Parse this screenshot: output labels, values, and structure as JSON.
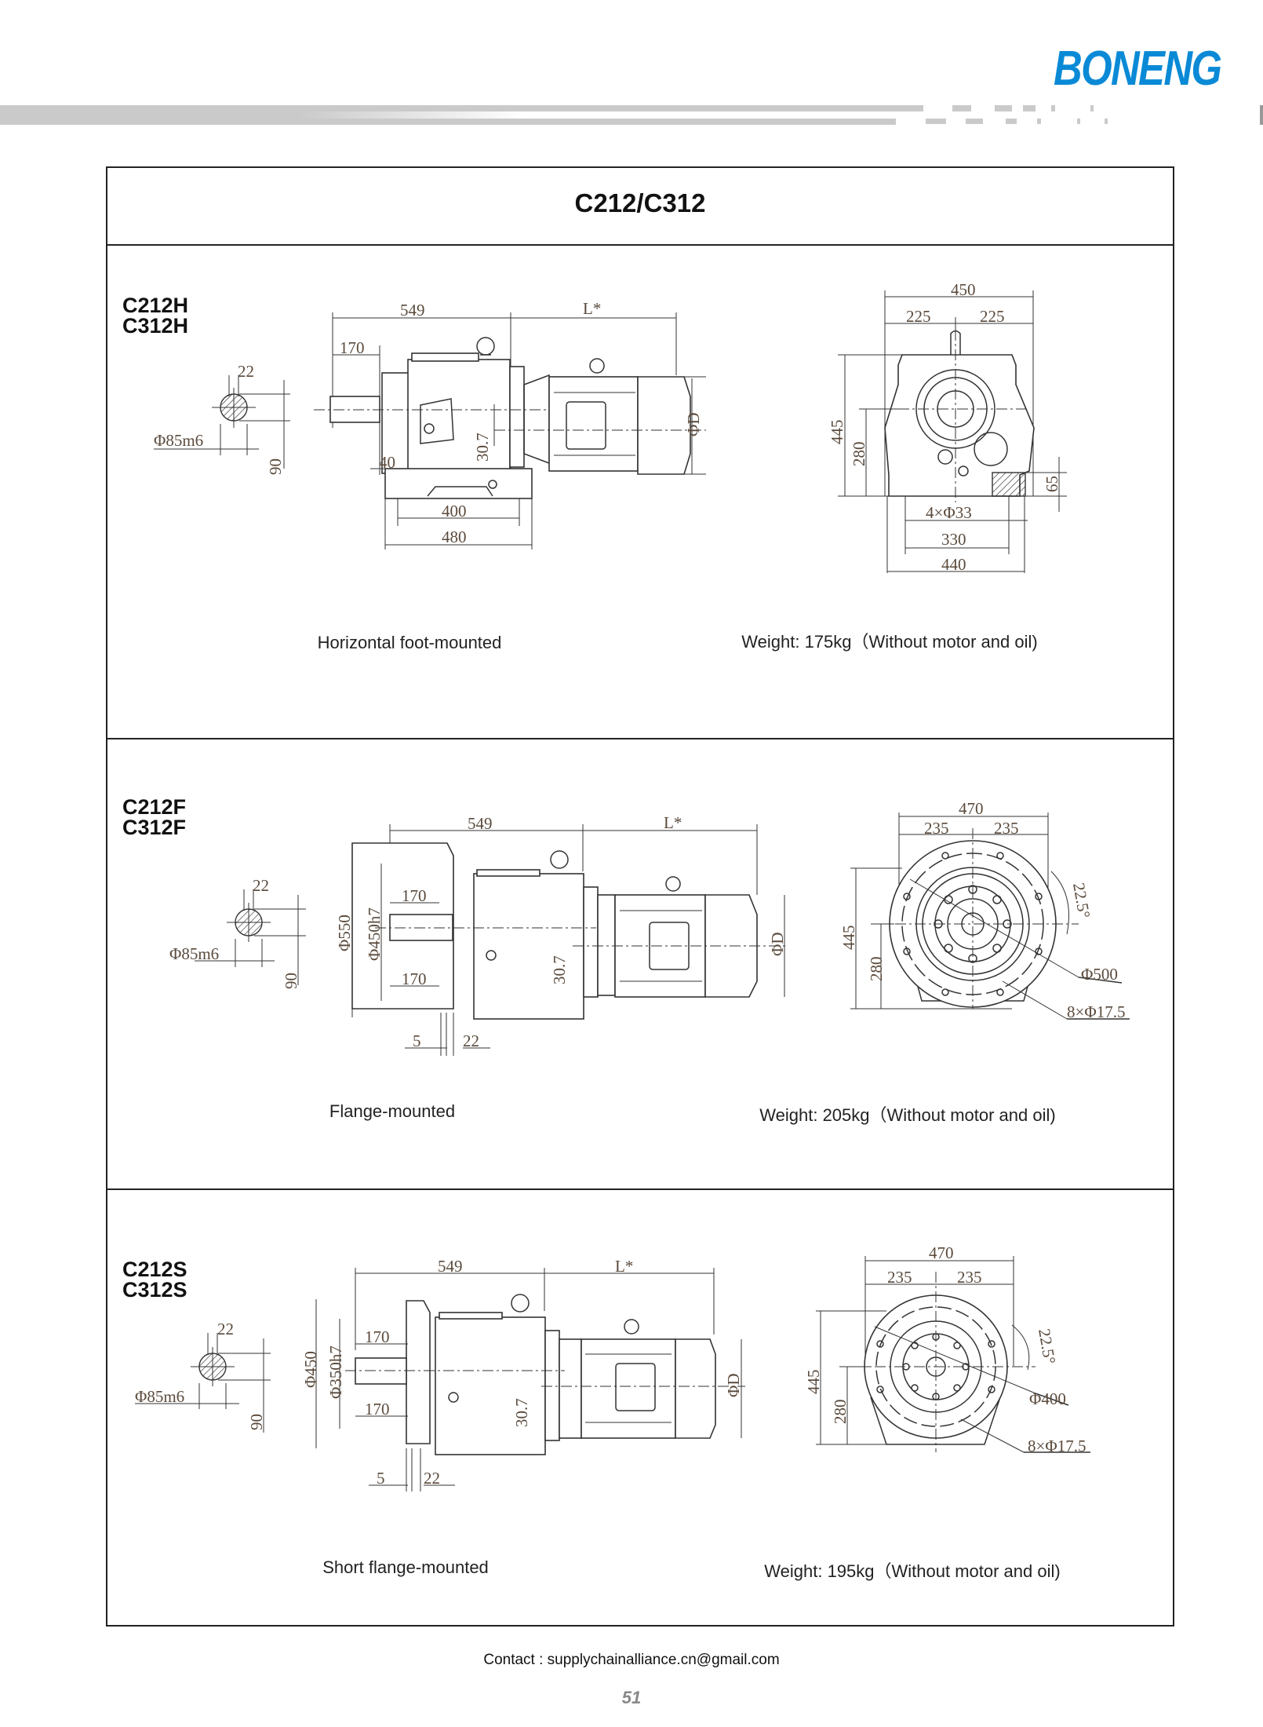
{
  "header": {
    "brand": "BONENG"
  },
  "title": "C212/C312",
  "sections": [
    {
      "models": [
        "C212H",
        "C312H"
      ],
      "caption": "Horizontal foot-mounted",
      "weight": "Weight: 175kg（Without motor and oil)",
      "shaft": {
        "key": "22",
        "dia": "Φ85m6",
        "height": "90"
      },
      "side": {
        "len": "549",
        "motor": "L*",
        "shaft_len": "170",
        "offset": "30.7",
        "gap": "40",
        "base_inner": "400",
        "base_outer": "480",
        "motor_dia": "ΦD"
      },
      "front": {
        "width": "450",
        "half_l": "225",
        "half_r": "225",
        "height": "445",
        "axis": "280",
        "foot": "65",
        "holes": "4×Φ33",
        "hole_span": "330",
        "foot_width": "440"
      }
    },
    {
      "models": [
        "C212F",
        "C312F"
      ],
      "caption": "Flange-mounted",
      "weight": "Weight: 205kg（Without motor and oil)",
      "shaft": {
        "key": "22",
        "dia": "Φ85m6",
        "height": "90"
      },
      "side": {
        "len": "549",
        "motor": "L*",
        "shaft_len_top": "170",
        "shaft_len_bottom": "170",
        "flange_dia": "Φ550",
        "spigot_dia": "Φ450h7",
        "offset": "30.7",
        "motor_dia": "ΦD",
        "spigot": "5",
        "flange_thk": "22"
      },
      "front": {
        "width": "470",
        "half_l": "235",
        "half_r": "235",
        "height": "445",
        "axis": "280",
        "angle": "22.5°",
        "pcd": "Φ500",
        "holes": "8×Φ17.5"
      }
    },
    {
      "models": [
        "C212S",
        "C312S"
      ],
      "caption": "Short flange-mounted",
      "weight": "Weight: 195kg（Without motor and oil)",
      "shaft": {
        "key": "22",
        "dia": "Φ85m6",
        "height": "90"
      },
      "side": {
        "len": "549",
        "motor": "L*",
        "shaft_len_top": "170",
        "shaft_len_bottom": "170",
        "flange_dia": "Φ450",
        "spigot_dia": "Φ350h7",
        "offset": "30.7",
        "motor_dia": "ΦD",
        "spigot": "5",
        "flange_thk": "22"
      },
      "front": {
        "width": "470",
        "half_l": "235",
        "half_r": "235",
        "height": "445",
        "axis": "280",
        "angle": "22.5°",
        "pcd": "Φ400",
        "holes": "8×Φ17.5"
      }
    }
  ],
  "footer": {
    "contact": "Contact : supplychainalliance.cn@gmail.com",
    "page": "51"
  }
}
